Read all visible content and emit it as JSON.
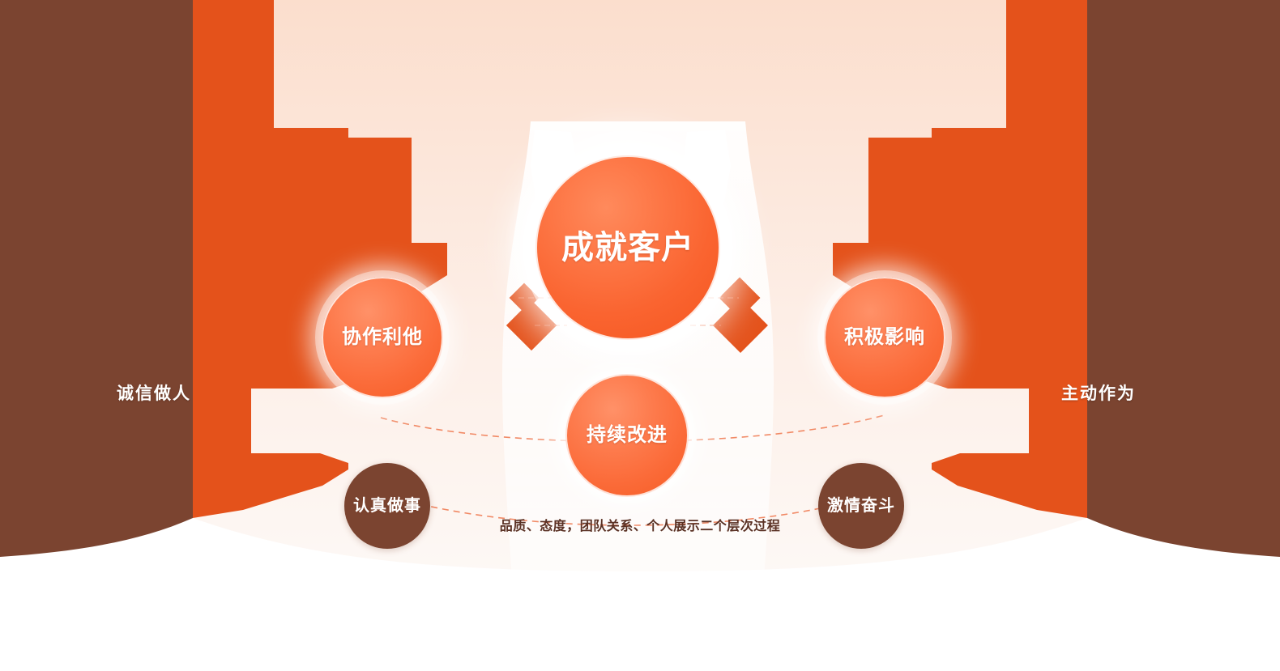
{
  "title": "企业核心价值观图",
  "colors": {
    "brown_panel": "#7b4430",
    "orange_panel": "#e4521b",
    "peach_bg": "#fbe0d1",
    "light_bg": "#fdf6f2",
    "node_orange": "#fb6b39",
    "node_brown": "#7b4430",
    "dashed_line": "#ef7d55",
    "caption_text": "#5a3124",
    "node_text": "#ffffff"
  },
  "nodes": {
    "hub": {
      "label": "成就客户",
      "kind": "orange-large"
    },
    "mid_left": {
      "label": "协作利他",
      "kind": "orange-medium"
    },
    "mid_right": {
      "label": "积极影响",
      "kind": "orange-medium"
    },
    "mid_center": {
      "label": "持续改进",
      "kind": "orange-medium"
    },
    "brown_left": {
      "label": "认真做事",
      "kind": "brown-small"
    },
    "brown_right": {
      "label": "激情奋斗",
      "kind": "brown-small"
    }
  },
  "side_labels": {
    "left": "诚信做人",
    "right": "主动作为"
  },
  "caption": "品质、态度，团队关系、个人展示二个层次过程",
  "decorations": {
    "diamond_count_left": 2,
    "diamond_count_right": 2,
    "dashed_arcs": 2
  }
}
